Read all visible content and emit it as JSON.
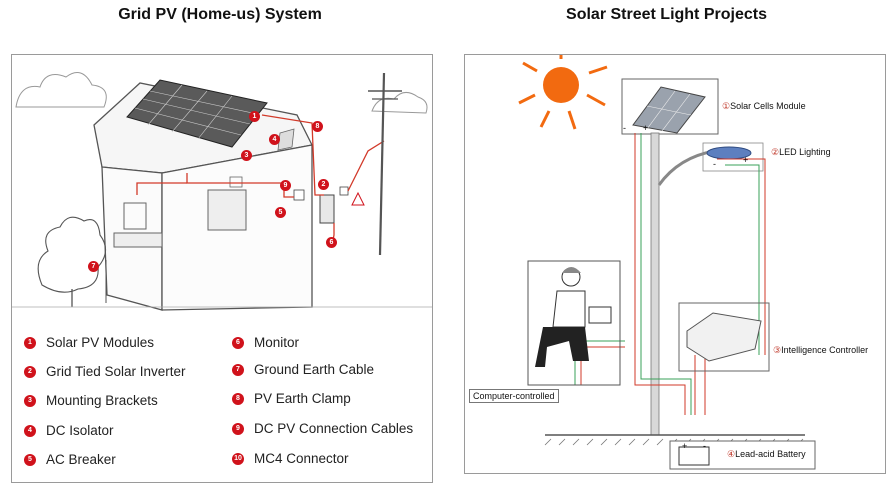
{
  "left": {
    "title": "Grid PV (Home-us) System",
    "diagram_badges": [
      "1",
      "2",
      "3",
      "4",
      "5",
      "6",
      "7",
      "8",
      "9"
    ],
    "legend": [
      {
        "num": "1",
        "label": "Solar PV Modules"
      },
      {
        "num": "2",
        "label": "Grid Tied Solar Inverter"
      },
      {
        "num": "3",
        "label": "Mounting Brackets"
      },
      {
        "num": "4",
        "label": "DC Isolator"
      },
      {
        "num": "5",
        "label": "AC Breaker"
      },
      {
        "num": "6",
        "label": "Monitor"
      },
      {
        "num": "7",
        "label": "Ground Earth Cable"
      },
      {
        "num": "8",
        "label": "PV Earth Clamp"
      },
      {
        "num": "9",
        "label": "DC PV Connection Cables"
      },
      {
        "num": "10",
        "label": "MC4 Connector"
      }
    ]
  },
  "right": {
    "title": "Solar Street Light Projects",
    "labels": {
      "solar_cells": {
        "num": "①",
        "text": "Solar Cells Module"
      },
      "led": {
        "num": "②",
        "text": "LED Lighting"
      },
      "controller": {
        "num": "③",
        "text": "Intelligence Controller"
      },
      "battery": {
        "num": "④",
        "text": "Lead-acid Battery"
      },
      "computer": "Computer-controlled"
    },
    "polarity": {
      "minus": "-",
      "plus": "+"
    }
  },
  "colors": {
    "accent_red": "#d0121b",
    "wire_red": "#d23a2a",
    "sun": "#f26a10",
    "wire_green": "#3aa05a"
  }
}
